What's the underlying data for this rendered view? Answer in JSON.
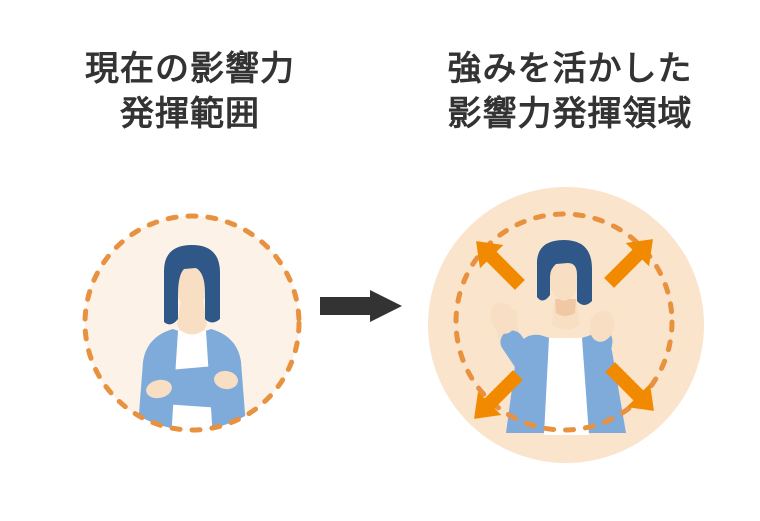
{
  "left_panel": {
    "title_line1": "現在の影響力",
    "title_line2": "発揮範囲",
    "figure": "woman-arms-crossed-in-dashed-circle-icon"
  },
  "center": {
    "figure": "right-arrow-icon"
  },
  "right_panel": {
    "title_line1": "強みを活かした",
    "title_line2": "影響力発揮領域",
    "figure": "woman-fists-raised-with-outward-arrows-icon"
  },
  "colors": {
    "ink": "#333333",
    "dash": "#e8913e",
    "arrow": "#f18a00",
    "left-fill": "#fcf2e7",
    "right-fill": "#fae4cc",
    "hair": "#2f5788",
    "skin": "#f8dec2",
    "skin-shadow": "#f0c9a4",
    "jacket": "#7fabdb",
    "shirt": "#ffffff",
    "dark-arrow": "#333333"
  }
}
